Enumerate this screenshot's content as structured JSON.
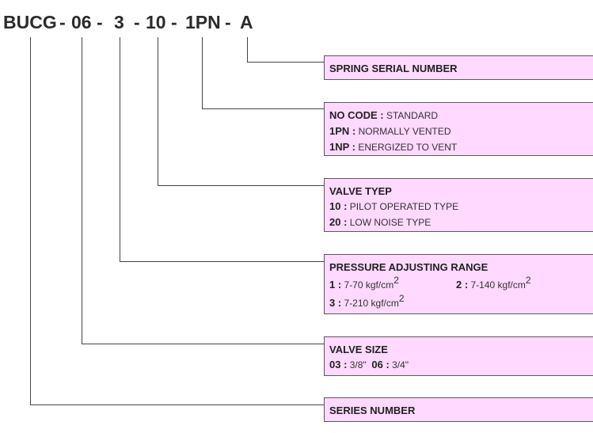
{
  "model_code": {
    "segments": [
      "BUCG",
      "-",
      "06",
      "-",
      "3",
      "-",
      "10",
      "-",
      "1PN",
      "-",
      "A"
    ]
  },
  "boxes": {
    "spring": {
      "title": "SPRING SERIAL NUMBER"
    },
    "vent": {
      "items": [
        {
          "code": "NO CODE :",
          "desc": "STANDARD"
        },
        {
          "code": "1PN :",
          "desc": "NORMALLY VENTED"
        },
        {
          "code": "1NP :",
          "desc": "ENERGIZED TO VENT"
        }
      ]
    },
    "valve_type": {
      "title": "VALVE TYEP",
      "items": [
        {
          "code": "10 :",
          "desc": "PILOT OPERATED TYPE"
        },
        {
          "code": "20 :",
          "desc": "LOW NOISE TYPE"
        }
      ]
    },
    "pressure": {
      "title": "PRESSURE ADJUSTING RANGE",
      "items": [
        {
          "code": "1 :",
          "desc": "7-70 kgf/cm",
          "sup": "2"
        },
        {
          "code": "2 :",
          "desc": "7-140 kgf/cm",
          "sup": "2"
        },
        {
          "code": "3 :",
          "desc": "7-210 kgf/cm",
          "sup": "2"
        }
      ]
    },
    "valve_size": {
      "title": "VALVE SIZE",
      "items": [
        {
          "code": "03 :",
          "desc": "3/8\""
        },
        {
          "code": "06 :",
          "desc": "3/4\""
        }
      ]
    },
    "series": {
      "title": "SERIES NUMBER"
    }
  },
  "colors": {
    "box_fill": "#ffd9ff",
    "box_border": "#5a5a5a",
    "line": "#444444"
  }
}
